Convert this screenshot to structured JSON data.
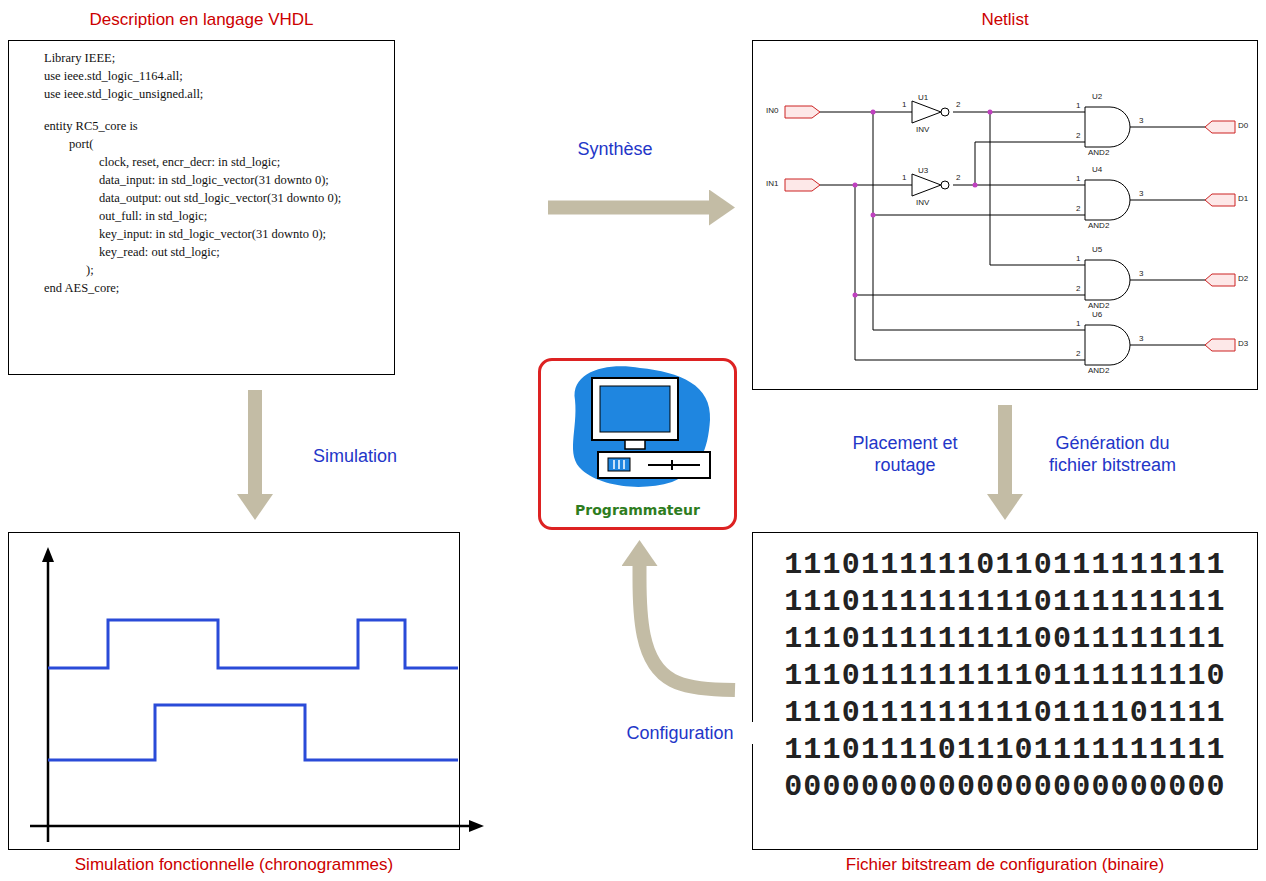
{
  "diagram": {
    "nodes": [
      {
        "text": [
          "Description en langage VHDL",
          "Library IEEE;",
          "use ieee.std_logic_1164.all;",
          "use ieee.std_logic_unsigned.all;",
          "entity RC5_core is",
          "port(",
          "clock, reset, encr_decr: in std_logic;",
          "data_input: in std_logic_vector(31 downto 0);",
          "data_output: out std_logic_vector(31 downto 0);",
          "out_full: in std_logic;",
          "key_input: in std_logic_vector(31 downto 0);",
          "key_read: out std_logic;",
          ");",
          "end AES_core;"
        ]
      },
      {
        "text": [
          "Netlist"
        ]
      },
      {
        "text": [
          "Simulation fonctionnelle (chronogrammes)"
        ]
      },
      {
        "text": [
          "11101111110110111111111",
          "11101111111110111111111",
          "11101111111110011111111",
          "11101111111110111111110",
          "11101111111110111101111",
          "11101111011101111111111",
          "00000000000000000000000",
          "Fichier bitstream de configuration (binaire)"
        ]
      },
      {
        "text": [
          "Programmateur"
        ]
      }
    ],
    "edges": [
      {
        "from": 0,
        "to": 1,
        "label": "Synthèse",
        "arrow": "to"
      },
      {
        "from": 0,
        "to": 2,
        "label": "Simulation",
        "arrow": "to"
      },
      {
        "from": 1,
        "to": 3,
        "label": "Placement et routage",
        "arrow": "to"
      },
      {
        "from": 3,
        "to": 4,
        "label": "Configuration",
        "arrow": "to"
      }
    ],
    "labels": [
      "IN0",
      "IN1",
      "U1",
      "INV",
      "U3",
      "INV",
      "U2",
      "AND2",
      "U4",
      "AND2",
      "U5",
      "AND2",
      "U6",
      "AND2",
      "D0",
      "D1",
      "D2",
      "D3",
      "1",
      "2",
      "1",
      "2",
      "1",
      "2",
      "3",
      "1",
      "2",
      "3",
      "1",
      "2",
      "3",
      "1",
      "2",
      "3",
      "Génération du fichier bitstream"
    ]
  }
}
